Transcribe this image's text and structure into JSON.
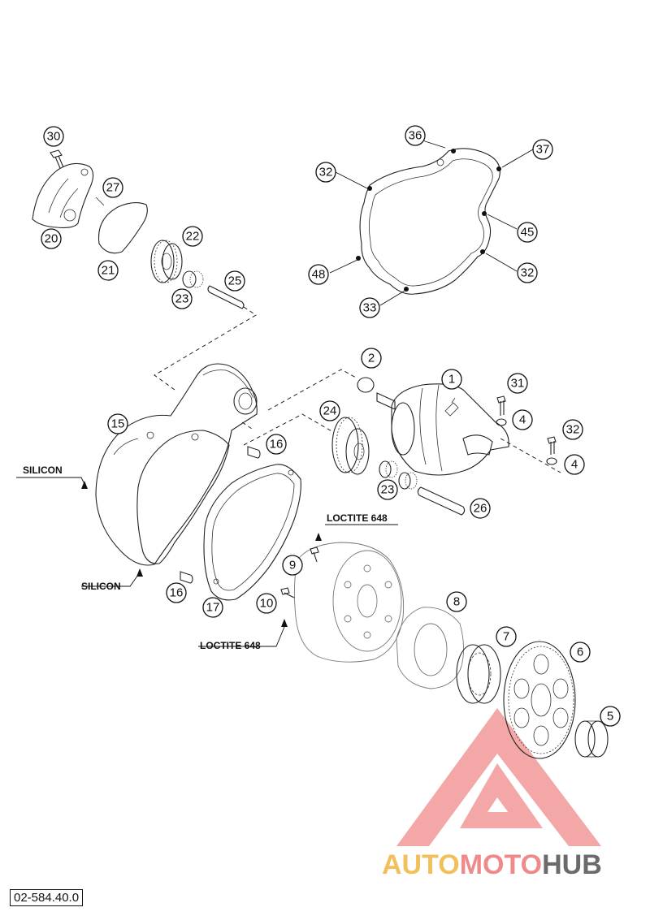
{
  "callouts": [
    {
      "label": "30"
    },
    {
      "label": "27"
    },
    {
      "label": "20"
    },
    {
      "label": "21"
    },
    {
      "label": "22"
    },
    {
      "label": "23"
    },
    {
      "label": "25"
    },
    {
      "label": "36"
    },
    {
      "label": "37"
    },
    {
      "label": "32"
    },
    {
      "label": "45"
    },
    {
      "label": "48"
    },
    {
      "label": "32"
    },
    {
      "label": "33"
    },
    {
      "label": "2"
    },
    {
      "label": "1"
    },
    {
      "label": "31"
    },
    {
      "label": "4"
    },
    {
      "label": "32"
    },
    {
      "label": "4"
    },
    {
      "label": "15"
    },
    {
      "label": "16"
    },
    {
      "label": "24"
    },
    {
      "label": "23"
    },
    {
      "label": "26"
    },
    {
      "label": "9"
    },
    {
      "label": "16"
    },
    {
      "label": "17"
    },
    {
      "label": "10"
    },
    {
      "label": "8"
    },
    {
      "label": "7"
    },
    {
      "label": "6"
    },
    {
      "label": "5"
    }
  ],
  "notes": {
    "silicon_upper": "SILICON",
    "silicon_lower": "SILICON",
    "loctite_upper": "LOCTITE 648",
    "loctite_lower": "LOCTITE 648"
  },
  "watermark": {
    "word_a": "AUTO",
    "word_b": "MOTO",
    "word_c": "HUB",
    "color_a": "#f2c05a",
    "color_b": "#ef8a8a",
    "color_c": "#6b6b6b"
  },
  "diagram_code": "02-584.40.0"
}
